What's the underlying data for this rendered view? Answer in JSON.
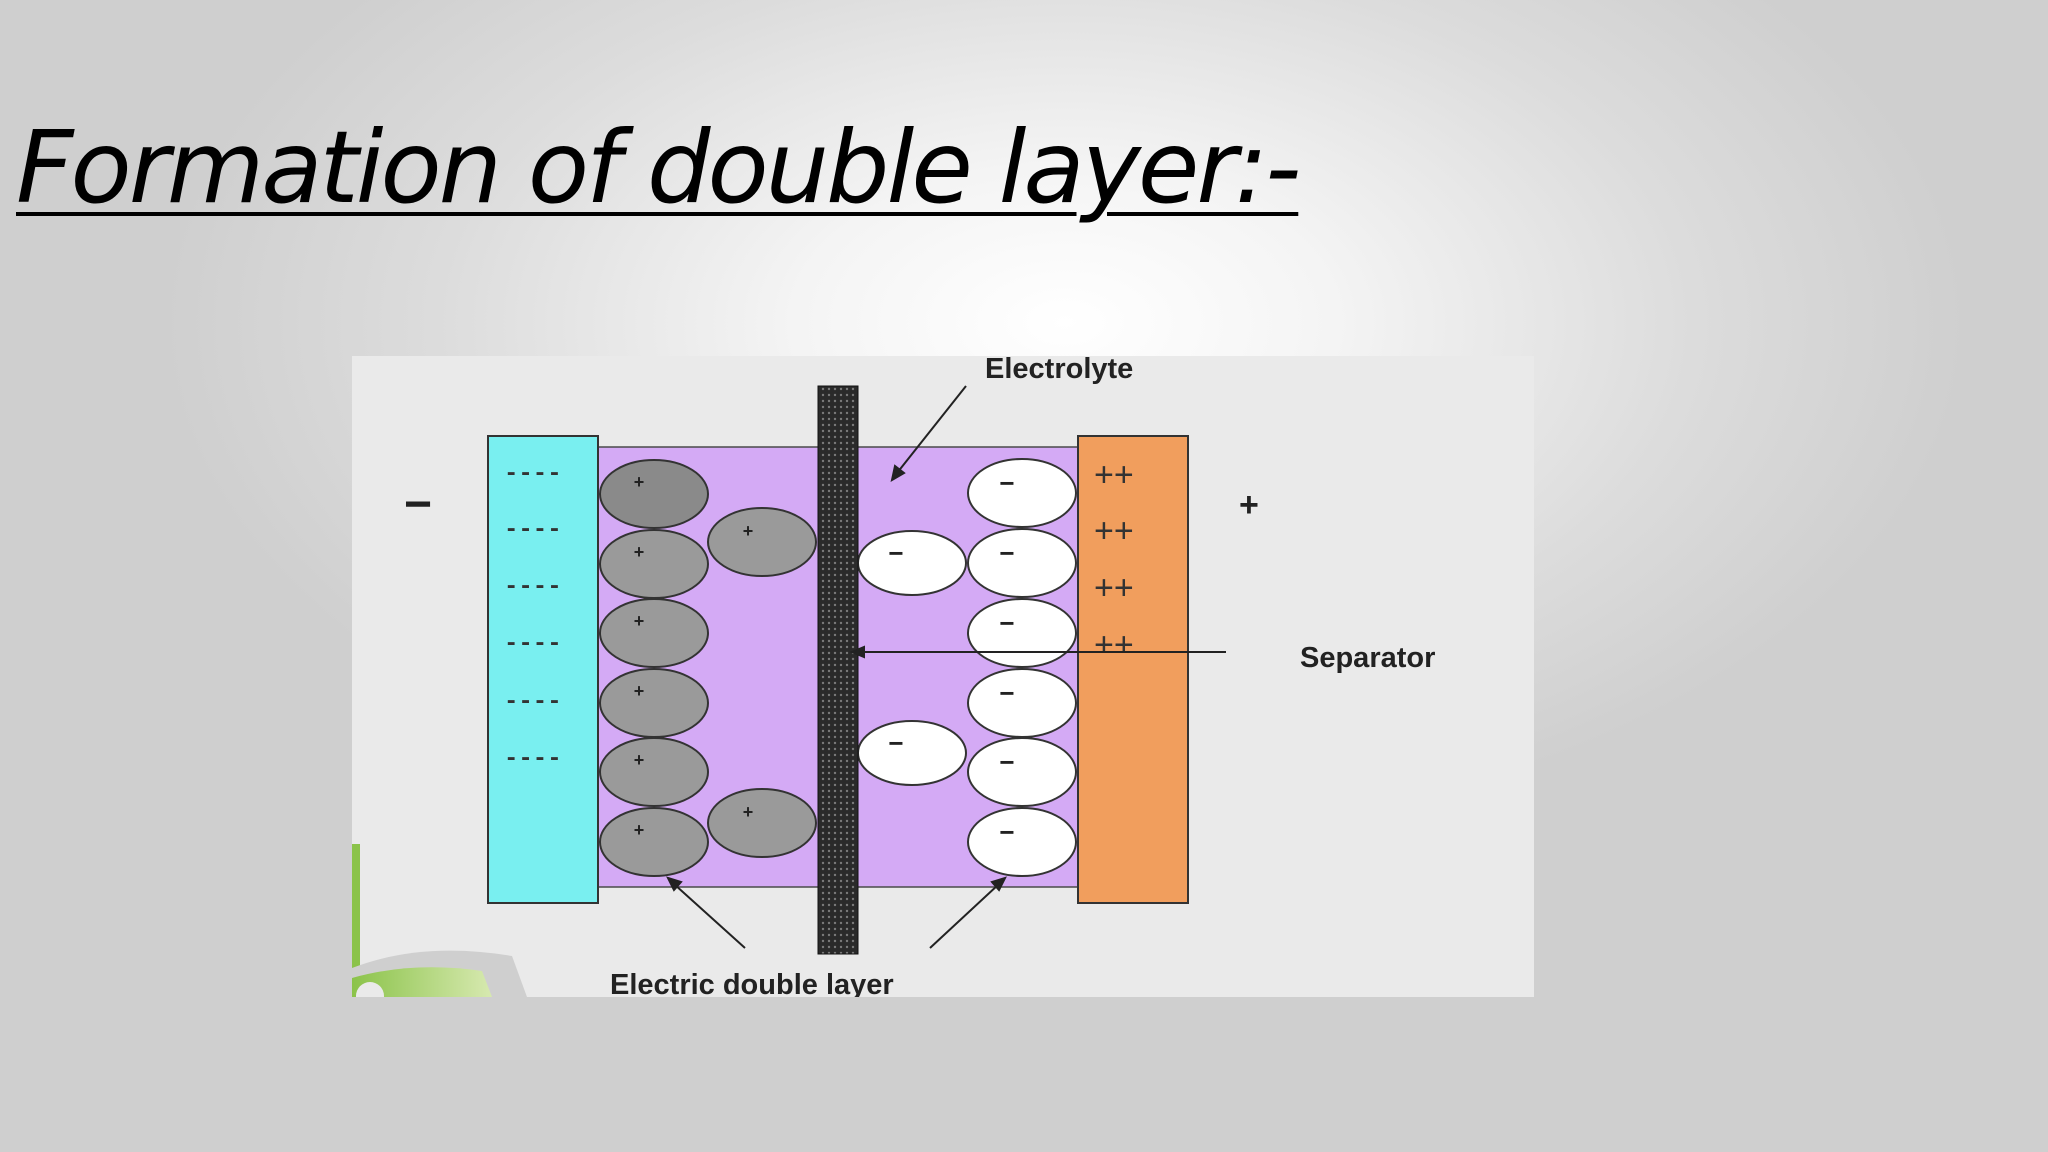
{
  "slide": {
    "title": "Formation of double layer:-"
  },
  "diagram": {
    "labels": {
      "electrolyte": "Electrolyte",
      "separator": "Separator",
      "electric_double_layer": "Electric double layer",
      "negative_terminal": "−",
      "positive_terminal": "+"
    },
    "negative_electrode_charges": [
      "-‐‐‐",
      "----",
      "----",
      "----",
      "----",
      "----"
    ],
    "positive_electrode_charges": [
      "++",
      "++",
      "++",
      "++"
    ],
    "cation_symbol": "+",
    "anion_symbol": "−",
    "colors": {
      "negative_electrode": "#79eff0",
      "positive_electrode": "#f19e5d",
      "electrolyte": "#d4aaf5",
      "cation": "#9a9a9a",
      "anion": "#ffffff",
      "separator": "#2a2a2a"
    }
  }
}
